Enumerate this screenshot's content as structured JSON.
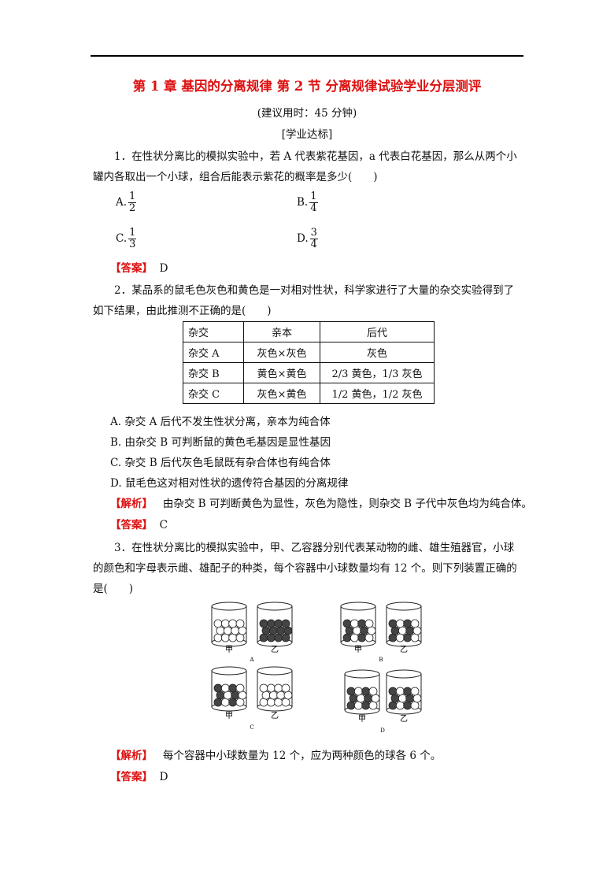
{
  "title": "第 1 章  基因的分离规律  第 2 节  分离规律试验学业分层测评",
  "time_note": "(建议用时：45 分钟)",
  "section": "[学业达标]",
  "labels": {
    "answer": "【答案】",
    "analysis": "【解析】"
  },
  "q1": {
    "line1": "1．在性状分离比的模拟实验中，若 A 代表紫花基因，a 代表白花基因，那么从两个小",
    "line2": "罐内各取出一个小球，组合后能表示紫花的概率是多少(　　)",
    "options": [
      {
        "label": "A.",
        "num": "1",
        "den": "2"
      },
      {
        "label": "B.",
        "num": "1",
        "den": "4"
      },
      {
        "label": "C.",
        "num": "1",
        "den": "3"
      },
      {
        "label": "D.",
        "num": "3",
        "den": "4"
      }
    ],
    "answer": "D"
  },
  "q2": {
    "line1": "2．某品系的鼠毛色灰色和黄色是一对相对性状，科学家进行了大量的杂交实验得到了",
    "line2": "如下结果，由此推测不正确的是(　　)",
    "table": {
      "headers": [
        "杂交",
        "亲本",
        "后代"
      ],
      "rows": [
        [
          "杂交 A",
          "灰色×灰色",
          "灰色"
        ],
        [
          "杂交 B",
          "黄色×黄色",
          "2/3 黄色，1/3 灰色"
        ],
        [
          "杂交 C",
          "灰色×黄色",
          "1/2 黄色，1/2 灰色"
        ]
      ]
    },
    "options": [
      "A. 杂交 A 后代不发生性状分离，亲本为纯合体",
      "B. 由杂交 B 可判断鼠的黄色毛基因是显性基因",
      "C. 杂交 B 后代灰色毛鼠既有杂合体也有纯合体",
      "D. 鼠毛色这对相对性状的遗传符合基因的分离规律"
    ],
    "analysis": "由杂交 B 可判断黄色为显性，灰色为隐性，则杂交 B 子代中灰色均为纯合体。",
    "answer": "C"
  },
  "q3": {
    "line1": "3．在性状分离比的模拟实验中，甲、乙容器分别代表某动物的雌、雄生殖器官，小球",
    "line2": "的颜色和字母表示雌、雄配子的种类，每个容器中小球数量均有 12 个。则下列装置正确的",
    "line3": "是(　　)",
    "figure": {
      "jia": "甲",
      "yi": "乙",
      "panels": [
        "A",
        "B",
        "C",
        "D"
      ]
    },
    "analysis": "每个容器中小球数量为 12 个，应为两种颜色的球各 6 个。",
    "answer": "D"
  }
}
